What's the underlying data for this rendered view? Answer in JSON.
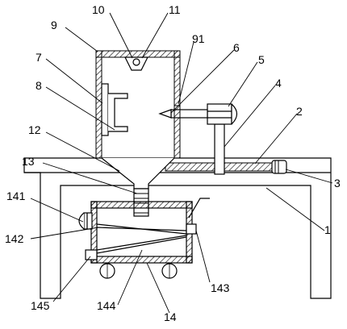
{
  "colors": {
    "line": "#000000",
    "background": "#ffffff"
  },
  "callouts": {
    "n10": "10",
    "n11": "11",
    "n9": "9",
    "n91": "91",
    "n6": "6",
    "n5": "5",
    "n7": "7",
    "n8": "8",
    "n4": "4",
    "n2": "2",
    "n12": "12",
    "n13": "13",
    "n3": "3",
    "n141": "141",
    "n1": "1",
    "n142": "142",
    "n143": "143",
    "n145": "145",
    "n144": "144",
    "n14": "14"
  }
}
